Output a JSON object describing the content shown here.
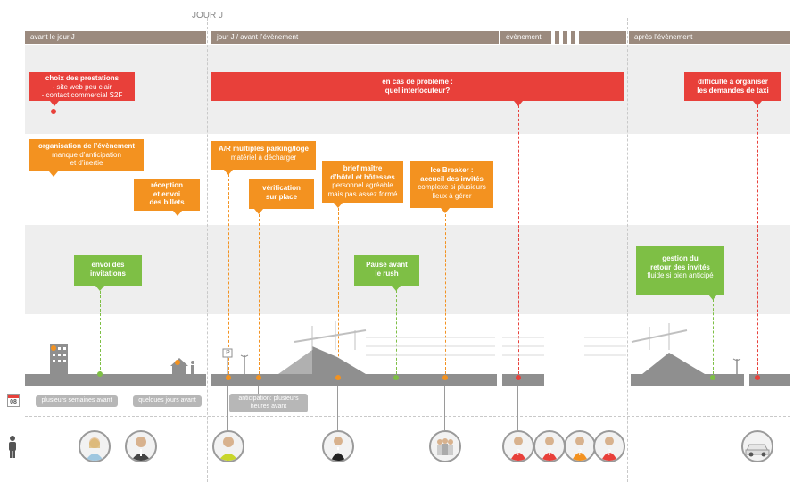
{
  "header": {
    "jour_j_label": "JOUR J"
  },
  "phases": [
    {
      "label": "avant le jour J"
    },
    {
      "label": "jour J / avant l’évènement"
    },
    {
      "label": "évènement"
    },
    {
      "label": "après l’évènement"
    }
  ],
  "callouts": {
    "choix": {
      "title": "choix des prestations",
      "body": "- site web peu clair\n- contact commercial S2F"
    },
    "probleme": {
      "title": "en cas de problème :\nquel interlocuteur?"
    },
    "taxi": {
      "title": "difficulté à organiser\nles demandes de taxi"
    },
    "organisation": {
      "title": "organisation de l’évènement",
      "body": "manque d’anticipation\net d’inertie"
    },
    "reception": {
      "title": "réception\net envoi\ndes billets"
    },
    "parking": {
      "title": "A/R multiples parking/loge",
      "body": "matériel à décharger"
    },
    "verification": {
      "title": "vérification\nsur place"
    },
    "brief": {
      "title": "brief maître\nd’hôtel et hôtesses",
      "body": "personnel agréable\nmais pas assez formé"
    },
    "icebreaker": {
      "title": "Ice Breaker :\naccueil des invités",
      "body": "complexe si plusieurs\nlieux à gérer"
    },
    "invitations": {
      "title": "envoi des\ninvitations"
    },
    "pause": {
      "title": "Pause avant\nle rush"
    },
    "retour": {
      "title": "gestion du\nretour des invités",
      "body": "fluide si bien anticipé"
    }
  },
  "pills": {
    "semaines": "plusieurs semaines avant",
    "jours": "quelques jours avant",
    "heures": "anticipation: plusieurs\nheures avant"
  },
  "icons": {
    "calendar": "calendar-icon",
    "calendar_day": "08",
    "person": "person-icon",
    "parking_sign": "P"
  },
  "colors": {
    "phase_bar": "#9b8a7e",
    "red": "#e8403a",
    "orange": "#f39220",
    "green": "#7ebf45",
    "ground": "#8f8f8f",
    "band": "#eeeeee"
  }
}
